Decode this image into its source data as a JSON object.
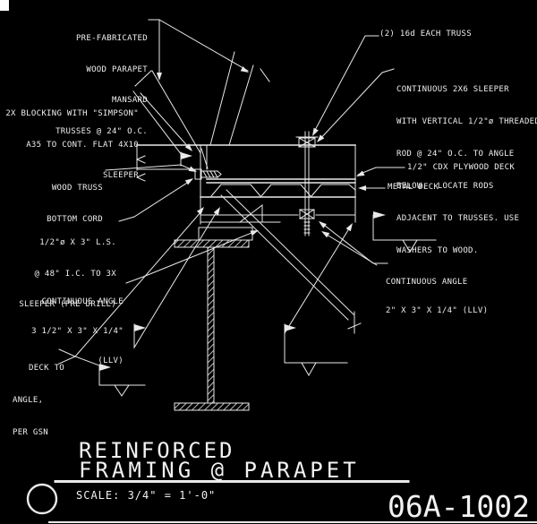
{
  "drawing": {
    "labels": {
      "prefab": {
        "lines": [
          "PRE-FABRICATED",
          "WOOD PARAPET",
          "MANSARD",
          "TRUSSES @ 24\" O.C."
        ]
      },
      "nails": {
        "text": "(2) 16d EACH TRUSS"
      },
      "sleeper": {
        "lines": [
          "CONTINUOUS 2X6 SLEEPER",
          "WITH VERTICAL 1/2\"ø THREADED",
          "ROD @ 24\" O.C. TO ANGLE",
          "BELOW.  LOCATE RODS",
          "ADJACENT TO TRUSSES. USE",
          "WASHERS TO WOOD."
        ]
      },
      "blocking": {
        "lines": [
          "2X BLOCKING WITH \"SIMPSON\"",
          "A35 TO CONT. FLAT 4X10",
          "SLEEPER"
        ]
      },
      "truss_cord": {
        "lines": [
          "WOOD TRUSS",
          "BOTTOM CORD"
        ]
      },
      "plywood": {
        "text": "1/2\" CDX PLYWOOD DECK"
      },
      "metal_deck": {
        "text": "METAL DECK"
      },
      "lag_screw": {
        "lines": [
          "1/2\"ø X 3\" L.S.",
          "@ 48\" I.C. TO 3X",
          "SLEEPER (PRE DRILL)"
        ]
      },
      "angle_left": {
        "lines": [
          "CONTINUOUS ANGLE",
          "3 1/2\" X 3\" X 1/4\"",
          "(LLV)"
        ]
      },
      "angle_right": {
        "lines": [
          "CONTINUOUS ANGLE",
          "2\" X 3\" X 1/4\" (LLV)"
        ]
      },
      "deck_angle": {
        "lines": [
          "DECK TO",
          "ANGLE,",
          "PER GSN"
        ]
      }
    },
    "title": {
      "line1": "REINFORCED",
      "line2": "FRAMING @ PARAPET",
      "scale": "SCALE: 3/4\" = 1'-0\"",
      "number": "06A-1002"
    },
    "colors": {
      "background": "#000000",
      "line": "#ffffff"
    }
  }
}
